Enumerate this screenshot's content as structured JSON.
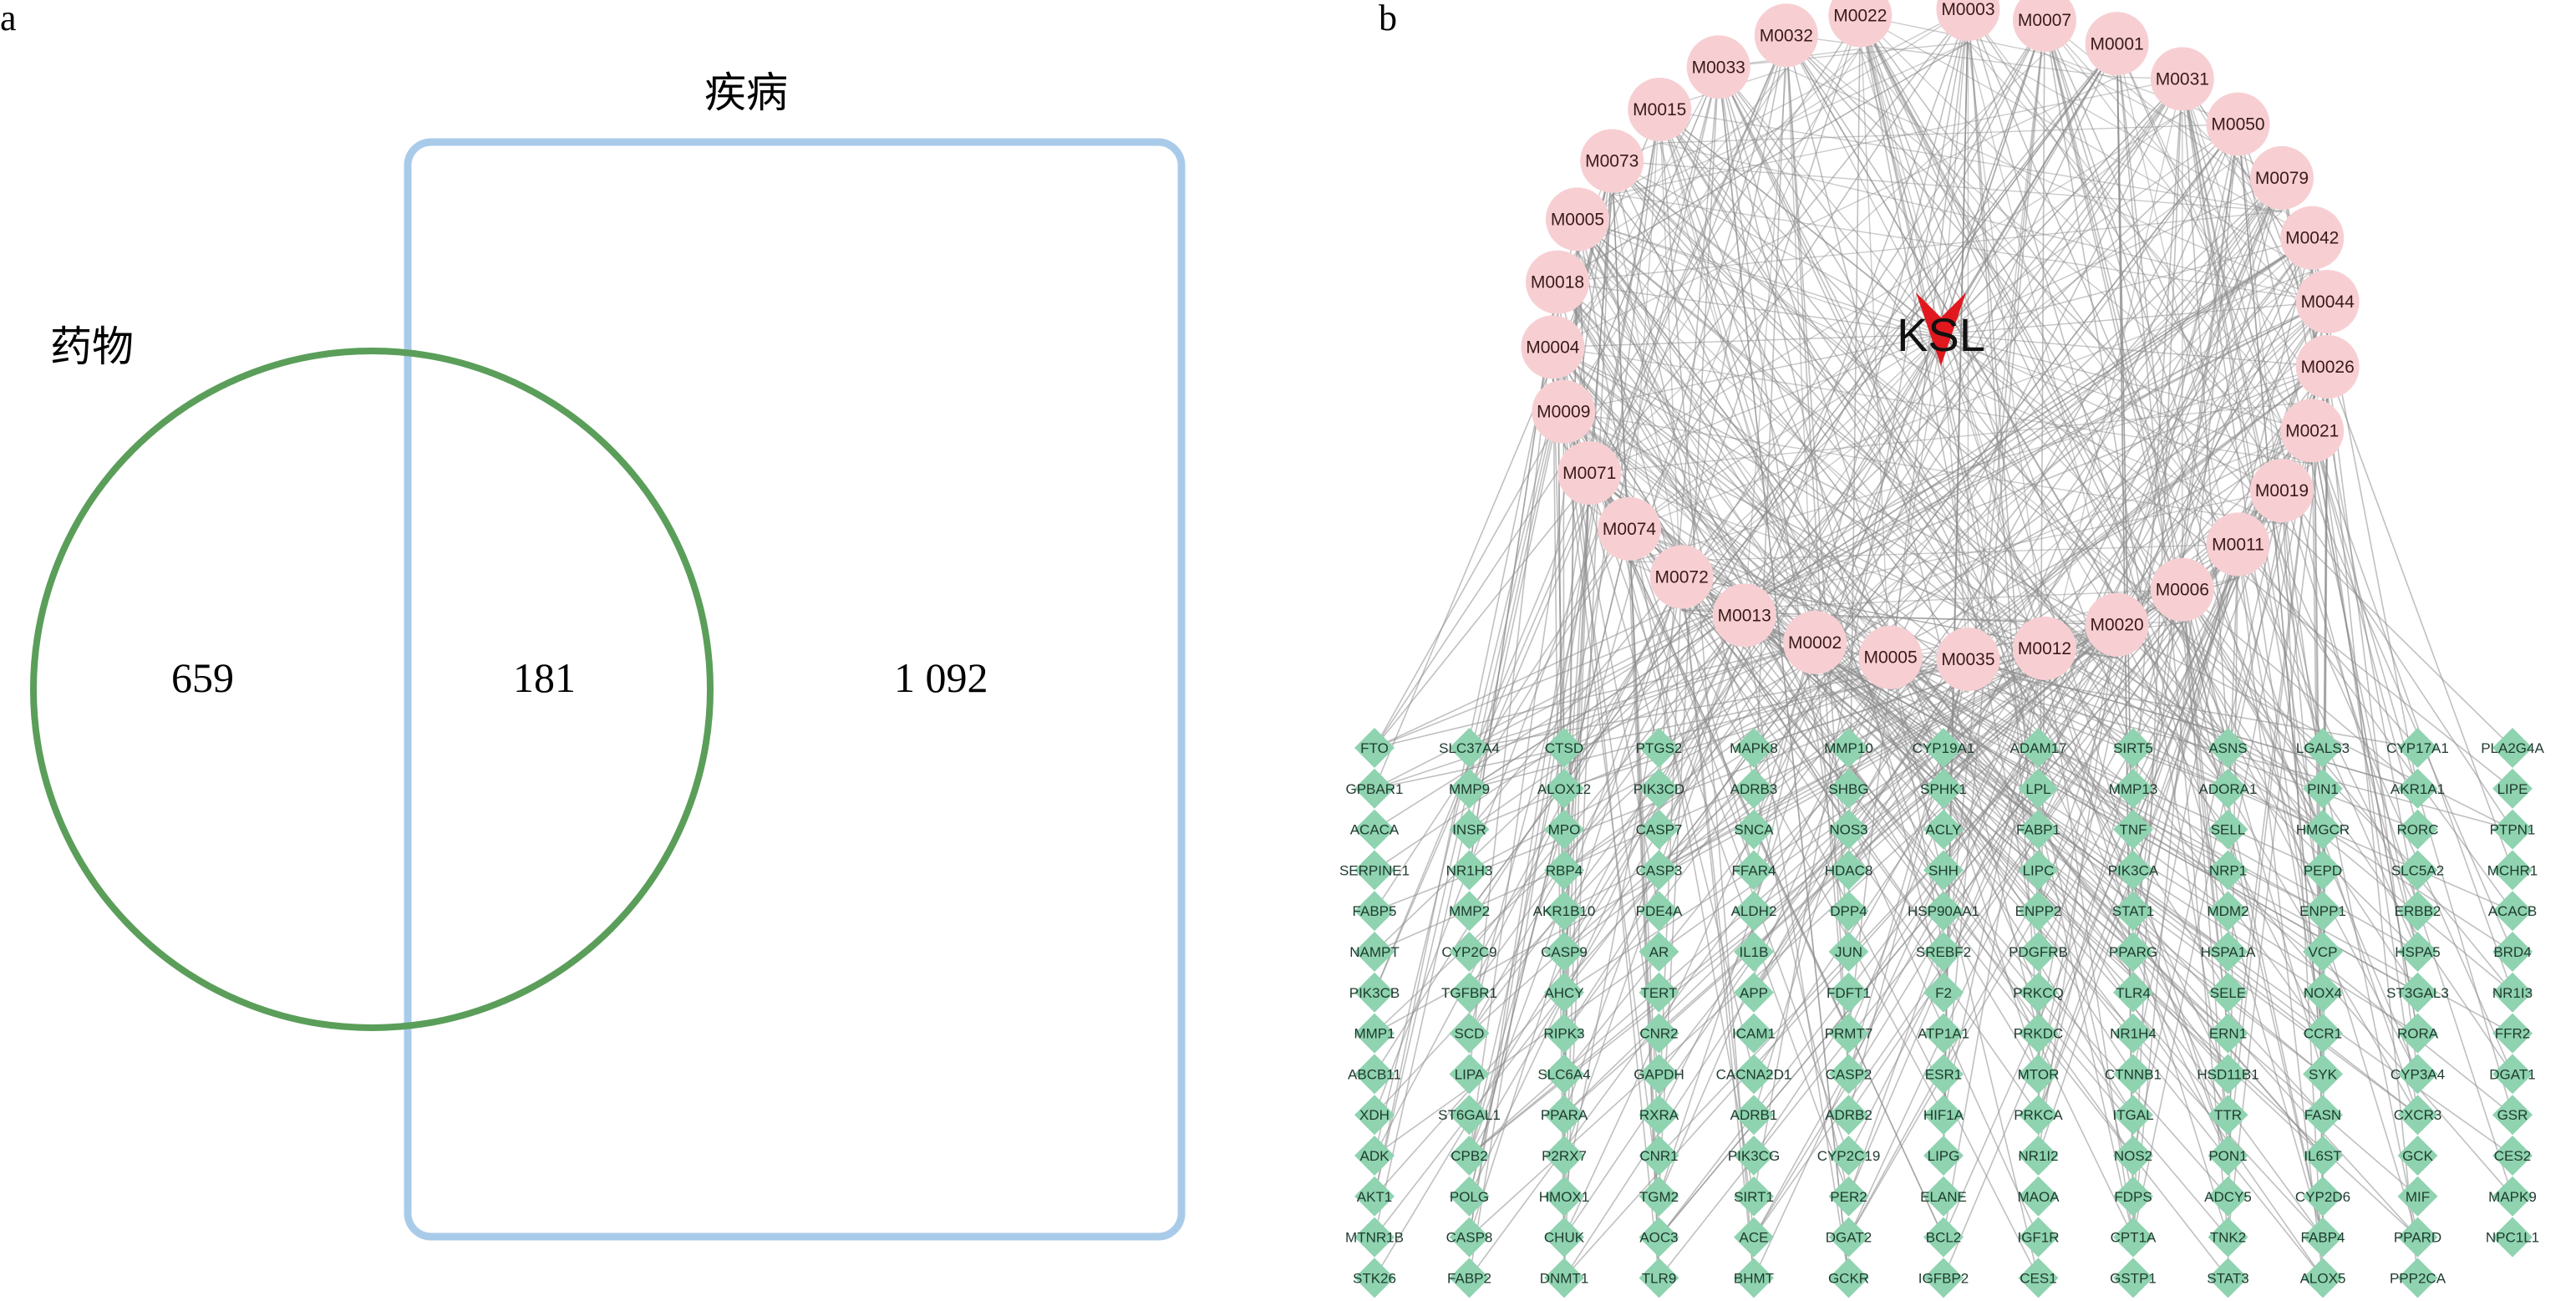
{
  "panels": {
    "a": "a",
    "b": "b"
  },
  "venn": {
    "sets": [
      {
        "name": "药物",
        "color": "#5a9e5a",
        "shape": "circle"
      },
      {
        "name": "疾病",
        "color": "#a9cbea",
        "shape": "rounded-rect"
      }
    ],
    "regions": {
      "drug_only": "659",
      "intersection": "181",
      "disease_only": "1 092"
    }
  },
  "network": {
    "hub": {
      "label": "KSL",
      "color": "#e0191f",
      "shape": "v-arrow"
    },
    "molecule_color": "#f7cfd3",
    "gene_color": "#8fd3b0",
    "edge_color": "#8c8c8c",
    "molecules": [
      "M0003",
      "M0007",
      "M0001",
      "M0031",
      "M0050",
      "M0079",
      "M0042",
      "M0044",
      "M0026",
      "M0021",
      "M0019",
      "M0011",
      "M0006",
      "M0020",
      "M0012",
      "M0035",
      "M0005",
      "M0002",
      "M0013",
      "M0072",
      "M0074",
      "M0071",
      "M0009",
      "M0004",
      "M0018",
      "M0005",
      "M0073",
      "M0015",
      "M0033",
      "M0032",
      "M0022"
    ],
    "genes": [
      [
        "FTO",
        "SLC37A4",
        "CTSD",
        "PTGS2",
        "MAPK8",
        "MMP10",
        "CYP19A1",
        "ADAM17",
        "SIRT5",
        "ASNS",
        "LGALS3",
        "CYP17A1",
        "PLA2G4A"
      ],
      [
        "GPBAR1",
        "MMP9",
        "ALOX12",
        "PIK3CD",
        "ADRB3",
        "SHBG",
        "SPHK1",
        "LPL",
        "MMP13",
        "ADORA1",
        "PIN1",
        "AKR1A1",
        "LIPE"
      ],
      [
        "ACACA",
        "INSR",
        "MPO",
        "CASP7",
        "SNCA",
        "NOS3",
        "ACLY",
        "FABP1",
        "TNF",
        "SELL",
        "HMGCR",
        "RORC",
        "PTPN1"
      ],
      [
        "SERPINE1",
        "NR1H3",
        "RBP4",
        "CASP3",
        "FFAR4",
        "HDAC8",
        "SHH",
        "LIPC",
        "PIK3CA",
        "NRP1",
        "PEPD",
        "SLC5A2",
        "MCHR1"
      ],
      [
        "FABP5",
        "MMP2",
        "AKR1B10",
        "PDE4A",
        "ALDH2",
        "DPP4",
        "HSP90AA1",
        "ENPP2",
        "STAT1",
        "MDM2",
        "ENPP1",
        "ERBB2",
        "ACACB"
      ],
      [
        "NAMPT",
        "CYP2C9",
        "CASP9",
        "AR",
        "IL1B",
        "JUN",
        "SREBF2",
        "PDGFRB",
        "PPARG",
        "HSPA1A",
        "VCP",
        "HSPA5",
        "BRD4"
      ],
      [
        "PIK3CB",
        "TGFBR1",
        "AHCY",
        "TERT",
        "APP",
        "FDFT1",
        "F2",
        "PRKCQ",
        "TLR4",
        "SELE",
        "NOX4",
        "ST3GAL3",
        "NR1I3"
      ],
      [
        "MMP1",
        "SCD",
        "RIPK3",
        "CNR2",
        "ICAM1",
        "PRMT7",
        "ATP1A1",
        "PRKDC",
        "NR1H4",
        "ERN1",
        "CCR1",
        "RORA",
        "FFR2"
      ],
      [
        "ABCB11",
        "LIPA",
        "SLC6A4",
        "GAPDH",
        "CACNA2D1",
        "CASP2",
        "ESR1",
        "MTOR",
        "CTNNB1",
        "HSD11B1",
        "SYK",
        "CYP3A4",
        "DGAT1"
      ],
      [
        "XDH",
        "ST6GAL1",
        "PPARA",
        "RXRA",
        "ADRB1",
        "ADRB2",
        "HIF1A",
        "PRKCA",
        "ITGAL",
        "TTR",
        "FASN",
        "CXCR3",
        "GSR"
      ],
      [
        "ADK",
        "CPB2",
        "P2RX7",
        "CNR1",
        "PIK3CG",
        "CYP2C19",
        "LIPG",
        "NR1I2",
        "NOS2",
        "PON1",
        "IL6ST",
        "GCK",
        "CES2"
      ],
      [
        "AKT1",
        "POLG",
        "HMOX1",
        "TGM2",
        "SIRT1",
        "PER2",
        "ELANE",
        "MAOA",
        "FDPS",
        "ADCY5",
        "CYP2D6",
        "MIF",
        "MAPK9"
      ],
      [
        "MTNR1B",
        "CASP8",
        "CHUK",
        "AOC3",
        "ACE",
        "DGAT2",
        "BCL2",
        "IGF1R",
        "CPT1A",
        "TNK2",
        "FABP4",
        "PPARD",
        "NPC1L1"
      ],
      [
        "STK26",
        "FABP2",
        "DNMT1",
        "TLR9",
        "BHMT",
        "GCKR",
        "IGFBP2",
        "CES1",
        "GSTP1",
        "STAT3",
        "ALOX5",
        "PPP2CA"
      ]
    ]
  }
}
